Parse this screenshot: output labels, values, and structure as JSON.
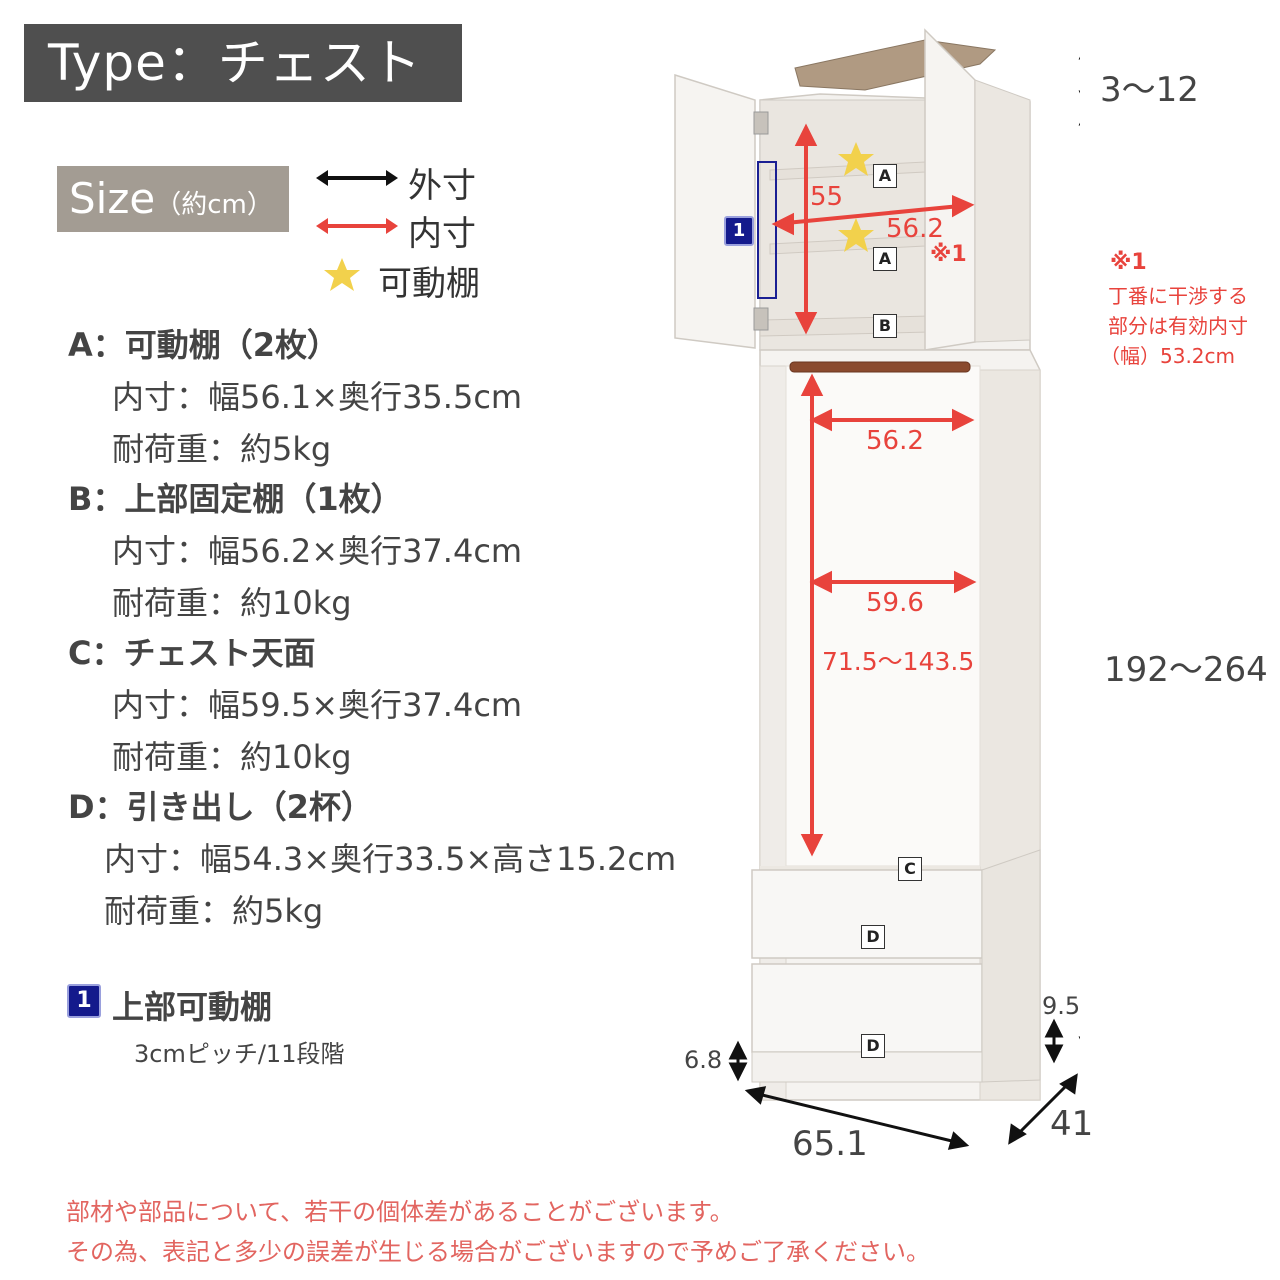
{
  "header": {
    "type_label": "Type：チェスト",
    "size_label": "Size",
    "size_unit": "（約cm）"
  },
  "legend": [
    {
      "label": "外寸",
      "color": "#111111"
    },
    {
      "label": "内寸",
      "color": "#e8433c"
    },
    {
      "label": "可動棚",
      "icon": "star-icon",
      "color": "#f2d14c"
    }
  ],
  "specs": [
    {
      "title": "A：可動棚（2枚）",
      "lines": [
        "内寸：幅56.1×奥行35.5cm",
        "耐荷重：約5kg"
      ]
    },
    {
      "title": "B：上部固定棚（1枚）",
      "lines": [
        "内寸：幅56.2×奥行37.4cm",
        "耐荷重：約10kg"
      ]
    },
    {
      "title": "C：チェスト天面",
      "lines": [
        "内寸：幅59.5×奥行37.4cm",
        "耐荷重：約10kg"
      ]
    },
    {
      "title": "D：引き出し（2杯）",
      "lines": [
        "内寸：幅54.3×奥行33.5×高さ15.2cm",
        "耐荷重：約5kg"
      ]
    }
  ],
  "upper_shelf": {
    "badge": "1",
    "title": "上部可動棚",
    "detail": "3cmピッチ/11段階"
  },
  "dimensions": {
    "top_adjust": "3〜12",
    "total_height": "192〜264",
    "inner_height_upper": "55",
    "inner_width_upper": "56.2",
    "note_mark": "※1",
    "inner_width_rod": "56.2",
    "inner_width_lower": "59.6",
    "inner_height_lower": "71.5〜143.5",
    "base_height": "6.8",
    "foot_height": "9.5",
    "width": "65.1",
    "depth": "41"
  },
  "note": {
    "mark": "※1",
    "lines": [
      "丁番に干渉する",
      "部分は有効内寸",
      "（幅）53.2cm"
    ]
  },
  "shelf_labels": {
    "a": "A",
    "b": "B",
    "c": "C",
    "d": "D"
  },
  "footer": [
    "部材や部品について、若干の個体差があることがございます。",
    "その為、表記と多少の誤差が生じる場合がございますので予めご了承ください。"
  ]
}
